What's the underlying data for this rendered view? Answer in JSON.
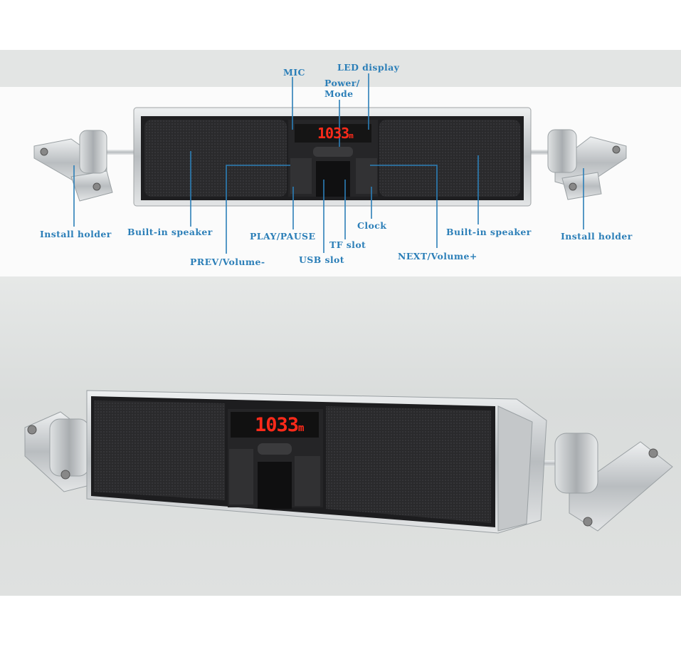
{
  "display_reading": "1033",
  "display_unit": "m",
  "labels": {
    "mic": "MIC",
    "led_display": "LED display",
    "power_mode_line1": "Power/",
    "power_mode_line2": "Mode",
    "install_holder_left": "Install holder",
    "builtin_speaker_left": "Built-in speaker",
    "play_pause": "PLAY/PAUSE",
    "tf_slot": "TF slot",
    "clock": "Clock",
    "builtin_speaker_right": "Built-in speaker",
    "install_holder_right": "Install holder",
    "prev_volume": "PREV/Volume-",
    "usb_slot": "USB slot",
    "next_volume": "NEXT/Volume+"
  },
  "colors": {
    "callout": "#2c7fb8",
    "led": "#ff2a1a",
    "chassis": "#c9ccce",
    "grille": "#2b2b2d"
  }
}
